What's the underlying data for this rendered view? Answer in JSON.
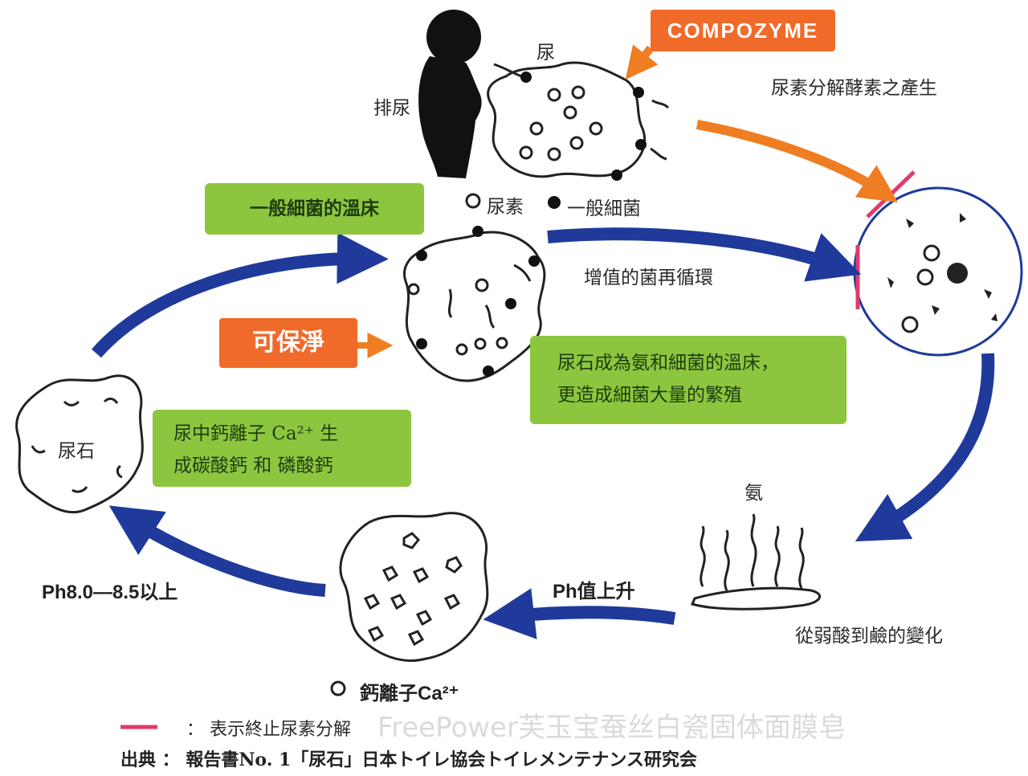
{
  "labels": {
    "urine": "尿",
    "urinate": "排尿",
    "compozyme": "COMPOZYME",
    "urease_produced": "尿素分解酵素之產生",
    "legend_urea": "尿素",
    "legend_bacteria": "一般細菌",
    "bacteria_bed": "一般細菌的溫床",
    "recycle": "增值的菌再循環",
    "kebaojing": "可保淨",
    "stone_bed_1": "尿石成為氨和細菌的溫床，",
    "stone_bed_2": "更造成細菌大量的繁殖",
    "calcium_1": "尿中鈣離子 Ca²⁺ 生",
    "calcium_2": "成碳酸鈣 和 磷酸鈣",
    "urinary_stone": "尿石",
    "ammonia": "氨",
    "acid_to_alkali": "從弱酸到鹼的變化",
    "ph_rise": "Ph值上升",
    "ph_range": "Ph8.0—8.5以上",
    "calcium_ion": "鈣離子Ca²⁺",
    "legend_stop": "：  表示終止尿素分解",
    "source": "出典  ：  報告書No. 1「尿石」日本トイレ協会トイレメンテナンス研究会",
    "watermark": "FreePower芙玉宝蚕丝白瓷固体面膜皂"
  },
  "colors": {
    "arrow_blue": "#1f3a9a",
    "arrow_orange": "#ef7d22",
    "green_box": "#8cc63f",
    "orange_box": "#f06a2a",
    "stop_mark": "#e23a6a"
  }
}
